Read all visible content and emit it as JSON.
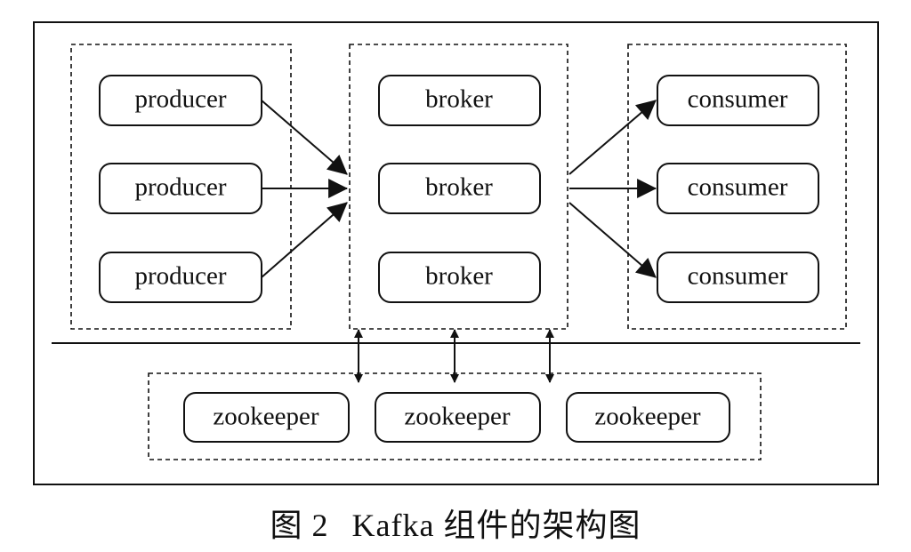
{
  "diagram": {
    "producers": [
      "producer",
      "producer",
      "producer"
    ],
    "brokers": [
      "broker",
      "broker",
      "broker"
    ],
    "consumers": [
      "consumer",
      "consumer",
      "consumer"
    ],
    "zookeepers": [
      "zookeeper",
      "zookeeper",
      "zookeeper"
    ]
  },
  "caption": {
    "figure_label": "图 2",
    "title": "Kafka 组件的架构图"
  }
}
